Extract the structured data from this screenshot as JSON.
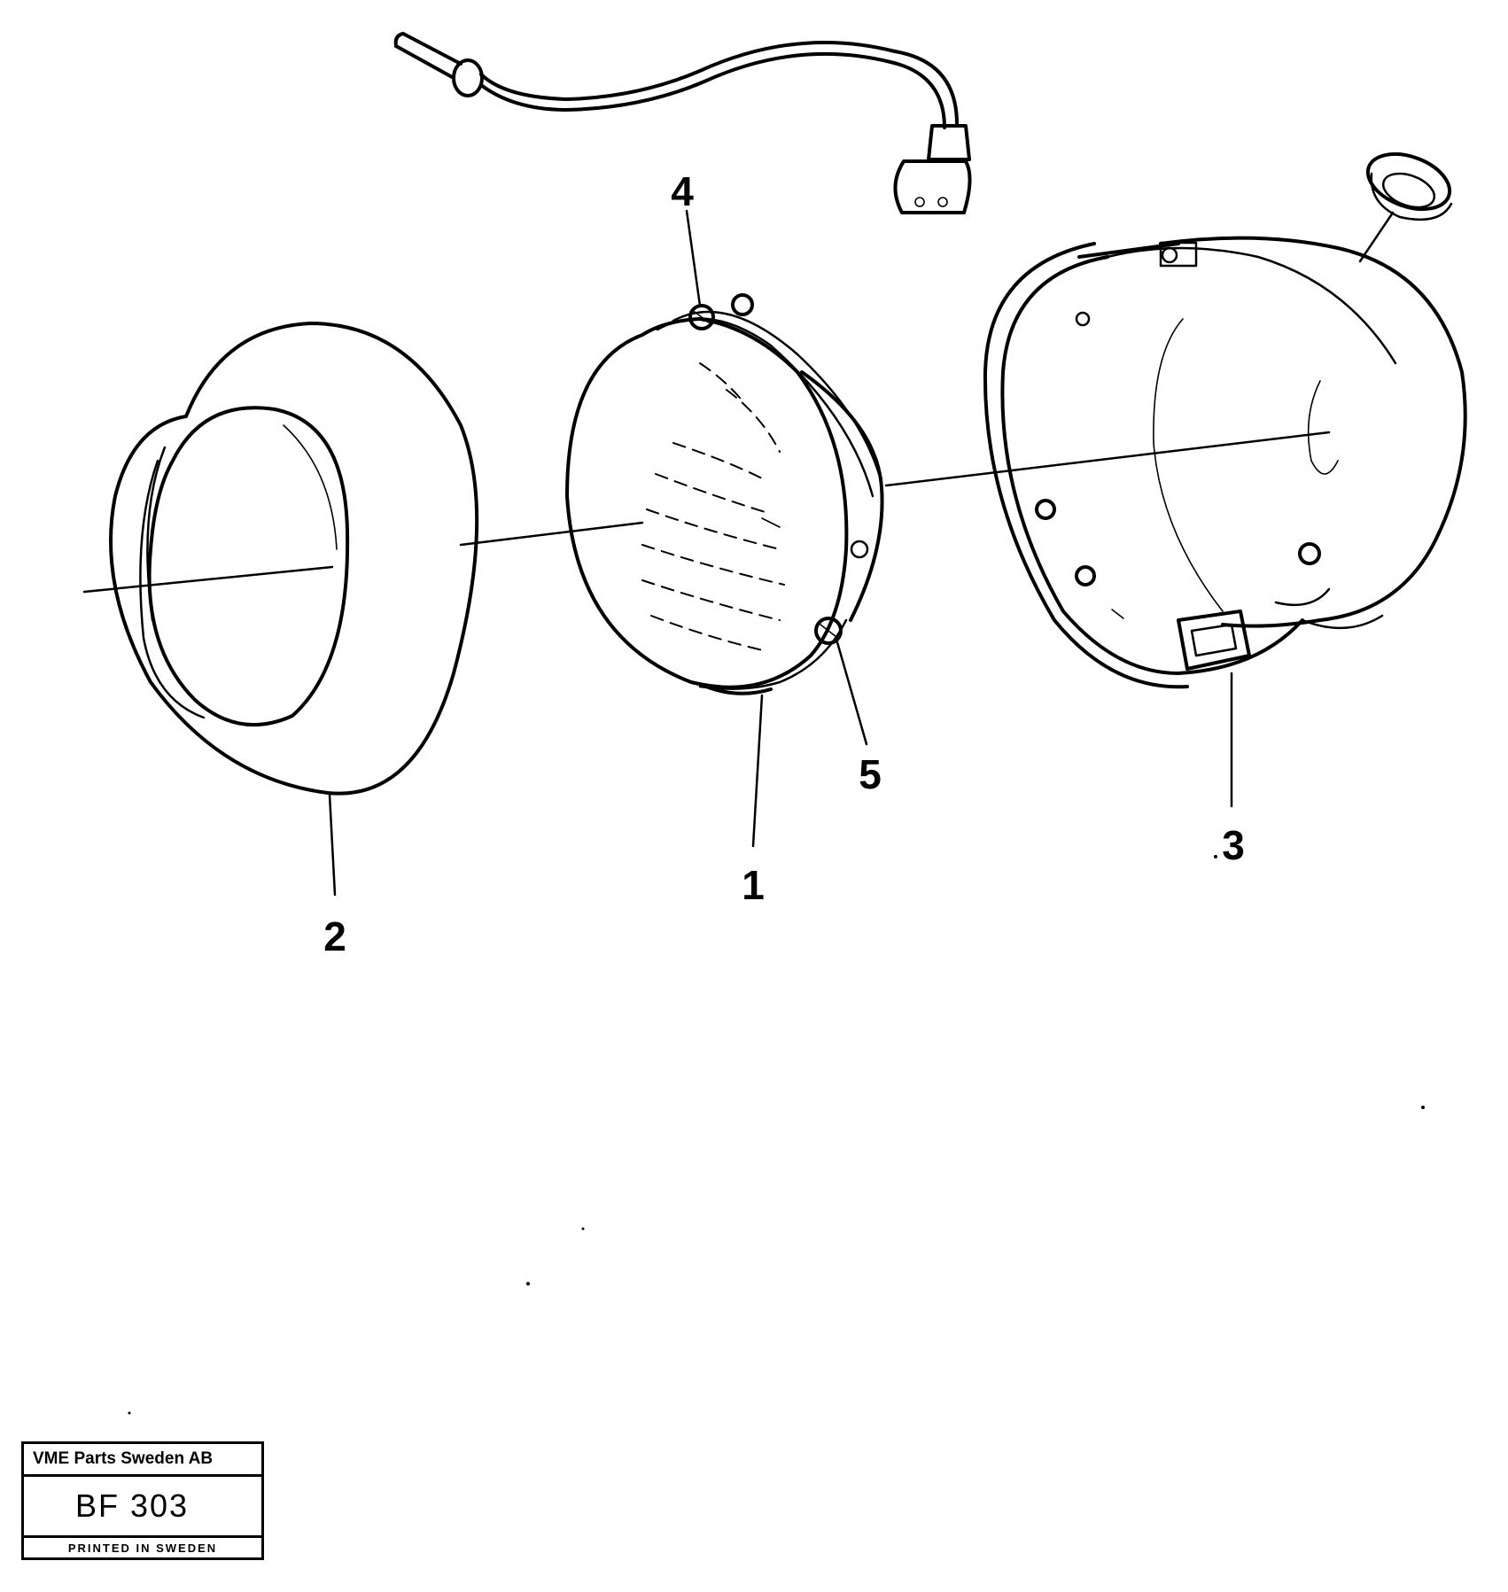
{
  "callouts": {
    "c1": "1",
    "c2": "2",
    "c3": "3",
    "c4": "4",
    "c5": "5"
  },
  "title_block": {
    "company": "VME Parts Sweden AB",
    "code": "BF 303",
    "printed": "PRINTED IN SWEDEN"
  },
  "colors": {
    "ink": "#000000",
    "paper": "#ffffff"
  }
}
